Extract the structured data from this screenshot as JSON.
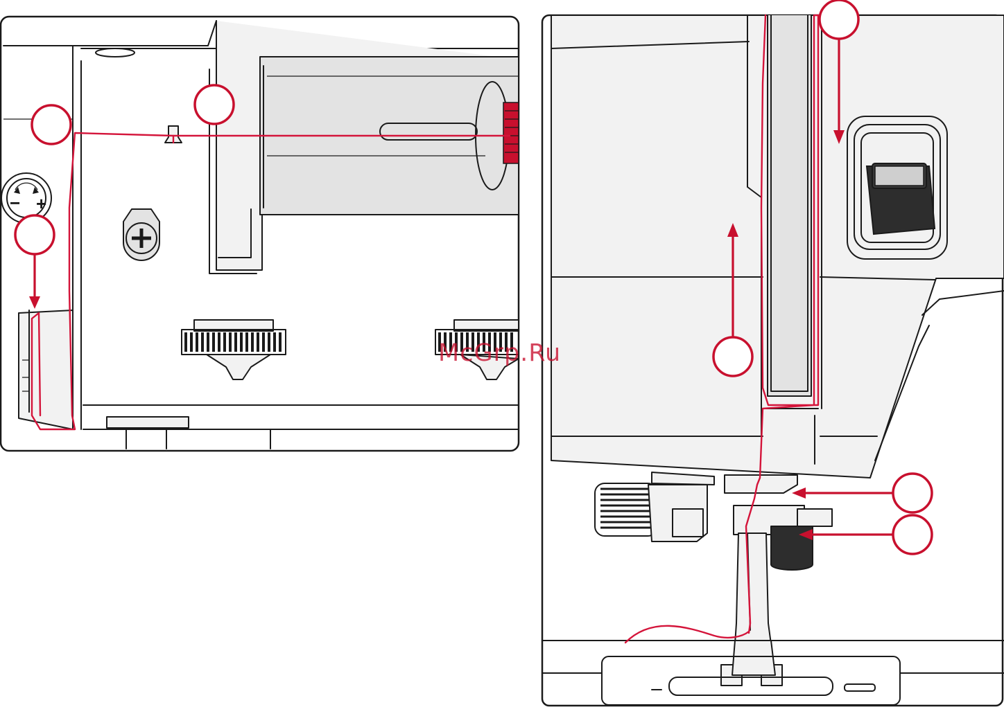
{
  "figure": {
    "left_panel": {
      "markers": [
        {
          "id": "marker-left-1",
          "label": ""
        },
        {
          "id": "marker-left-2",
          "label": ""
        },
        {
          "id": "marker-left-3",
          "label": ""
        }
      ],
      "tension_dial": {
        "minus": "−",
        "plus": "+"
      }
    },
    "right_panel": {
      "markers": [
        {
          "id": "marker-right-top",
          "label": ""
        },
        {
          "id": "marker-right-mid",
          "label": ""
        },
        {
          "id": "marker-right-guide",
          "label": ""
        },
        {
          "id": "marker-right-needle",
          "label": ""
        }
      ]
    },
    "watermark": "McGrp.Ru"
  },
  "colors": {
    "thread": "#d4143a",
    "marker": "#c8102e",
    "outline": "#1a1a1a"
  }
}
